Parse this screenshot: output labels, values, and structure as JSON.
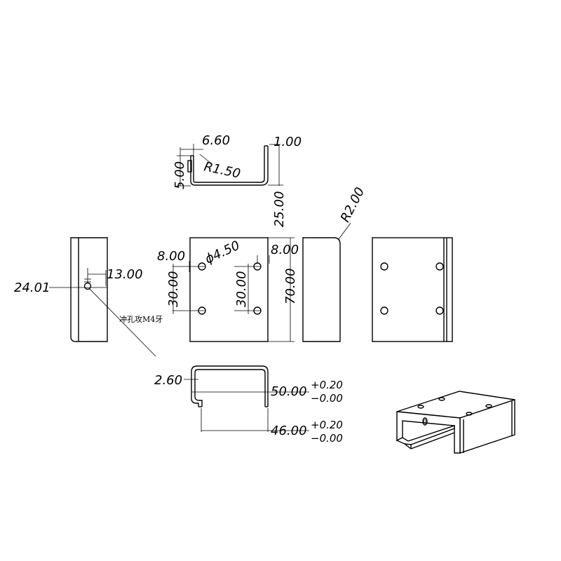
{
  "dimensions": {
    "top_bend_width": "6.60",
    "top_thickness": "1.00",
    "top_bend_height": "5.00",
    "top_bend_radius": "R1.50",
    "top_side_height": "25.00",
    "front_corner_radius": "R2.00",
    "left_edge_offset": "24.01",
    "left_hole_offset": "13.00",
    "hole_edge_left": "8.00",
    "hole_edge_right": "8.00",
    "hole_diameter": "ϕ4.50",
    "hole_spacing_left": "30.00",
    "hole_spacing_right": "30.00",
    "plate_height": "70.00",
    "bottom_lip": "2.60",
    "outer_width": "50.00",
    "outer_tol_plus": "+0.20",
    "outer_tol_minus": "−0.00",
    "inner_width": "46.00",
    "inner_tol_plus": "+0.20",
    "inner_tol_minus": "−0.00"
  },
  "notes": {
    "punch_tap": "冲孔攻M4牙"
  }
}
